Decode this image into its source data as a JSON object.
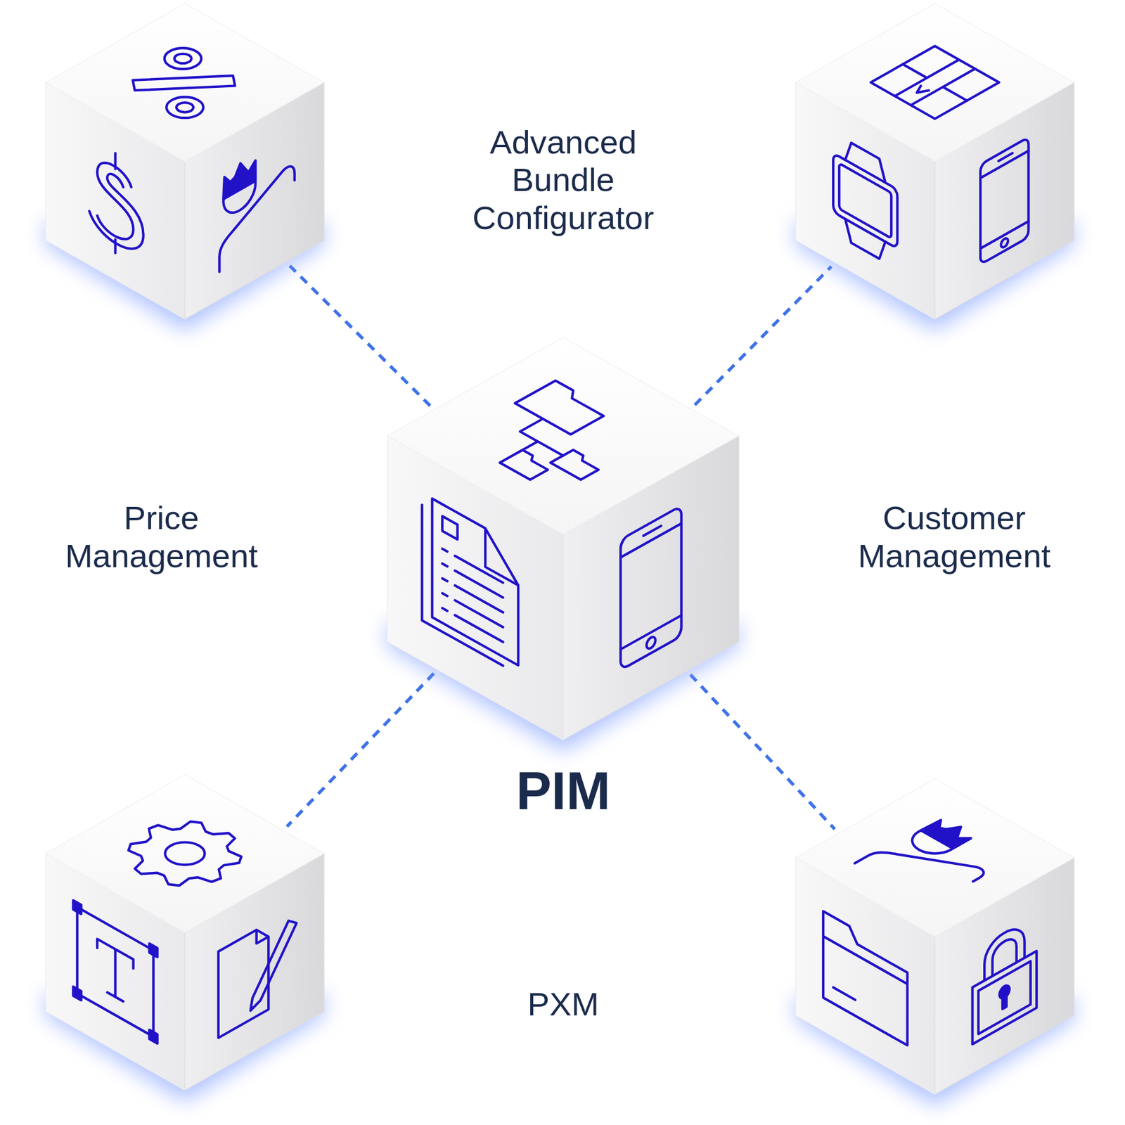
{
  "diagram": {
    "nodes": [
      {
        "text": [
          "Price Management"
        ]
      },
      {
        "text": [
          "Advanced Bundle Configurator"
        ]
      },
      {
        "text": [
          "PIM"
        ]
      },
      {
        "text": [
          "PXM"
        ]
      },
      {
        "text": [
          "Customer Management"
        ]
      }
    ],
    "edges": [
      {
        "from": 2,
        "to": 0,
        "arrow": "none"
      },
      {
        "from": 2,
        "to": 1,
        "arrow": "none"
      },
      {
        "from": 2,
        "to": 3,
        "arrow": "none"
      },
      {
        "from": 2,
        "to": 4,
        "arrow": "none"
      }
    ]
  }
}
